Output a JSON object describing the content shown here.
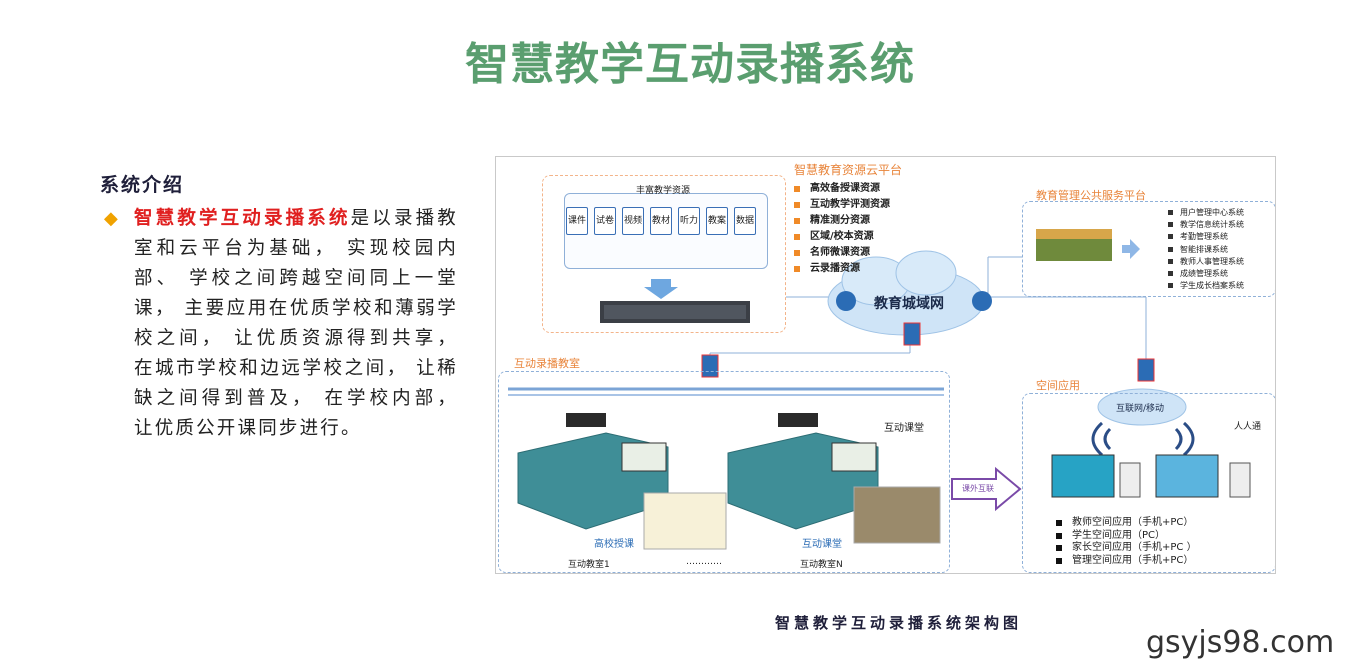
{
  "page": {
    "title": "智慧教学互动录播系统"
  },
  "intro": {
    "heading": "系统介绍",
    "bullet": "◆",
    "highlight": "智慧教学互动录播系统",
    "text": "是以录播教室和云平台为基础， 实现校园内部、 学校之间跨越空间同上一堂课， 主要应用在优质学校和薄弱学校之间， 让优质资源得到共享， 在城市学校和边远学校之间， 让稀缺之间得到普及， 在学校内部， 让优质公开课同步进行。"
  },
  "diagram": {
    "cloud_platform_title": "智慧教育资源云平台",
    "rich_resources_title": "丰富教学资源",
    "resource_chips": [
      "课件",
      "试卷",
      "视频",
      "教材",
      "听力",
      "教案",
      "数据"
    ],
    "cloud_resources": [
      "高效备授课资源",
      "互动教学评测资源",
      "精准测分资源",
      "区域/校本资源",
      "名师微课资源",
      "云录播资源"
    ],
    "metro_network": "教育城域网",
    "mgmt_platform_title": "教育管理公共服务平台",
    "mgmt_systems": [
      "用户管理中心系统",
      "教学信息统计系统",
      "考勤管理系统",
      "智能排课系统",
      "教师人事管理系统",
      "成绩管理系统",
      "学生成长档案系统"
    ],
    "classroom_title": "互动录播教室",
    "interactive_class": "互动课堂",
    "famous_school_class": "高校授课",
    "interactive_class_2": "互动课堂",
    "classroom_1": "互动教室1",
    "ellipsis": "…………",
    "classroom_n": "互动教室N",
    "extracurricular": "课外互联",
    "space_app_title": "空间应用",
    "internet_mobile": "互联网/移动",
    "renrentong": "人人通",
    "space_apps": [
      "教师空间应用（手机+PC）",
      "学生空间应用（PC）",
      "家长空间应用（手机+PC ）",
      "管理空间应用（手机+PC）"
    ]
  },
  "caption": "智慧教学互动录播系统架构图",
  "watermark": "gsyjs98.com",
  "colors": {
    "title": "#5a9e6f",
    "highlight": "#e02020",
    "bullet": "#f0a200",
    "orange_label": "#e8843a"
  }
}
